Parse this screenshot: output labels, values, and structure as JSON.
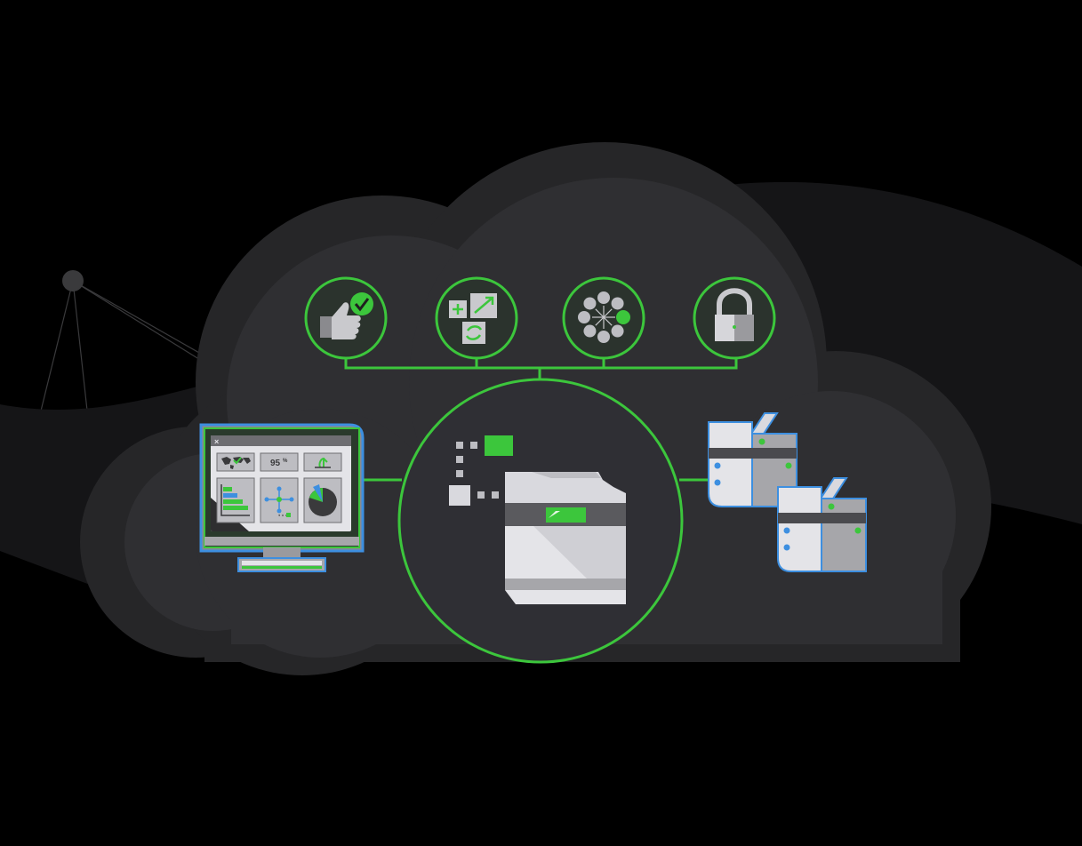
{
  "colors": {
    "background": "#000000",
    "cloud": "#2a2a2c",
    "cloud_light": "#333336",
    "accent_green": "#3cc63c",
    "device_panel": "#d9d9de",
    "device_dark": "#5a5a5e",
    "blue": "#3d8fe0"
  },
  "diagram": {
    "features": [
      {
        "name": "approval",
        "icon": "thumbs-up-check-icon"
      },
      {
        "name": "scaling",
        "icon": "expand-squares-icon"
      },
      {
        "name": "distribution",
        "icon": "hub-network-icon"
      },
      {
        "name": "security",
        "icon": "padlock-icon"
      }
    ],
    "dashboard": {
      "close_glyph": "×",
      "stat_label": "95",
      "stat_unit": "%"
    },
    "hub": {
      "icon": "printer-icon"
    },
    "endpoints": [
      {
        "icon": "printer-small-icon"
      },
      {
        "icon": "printer-small-icon"
      }
    ]
  }
}
